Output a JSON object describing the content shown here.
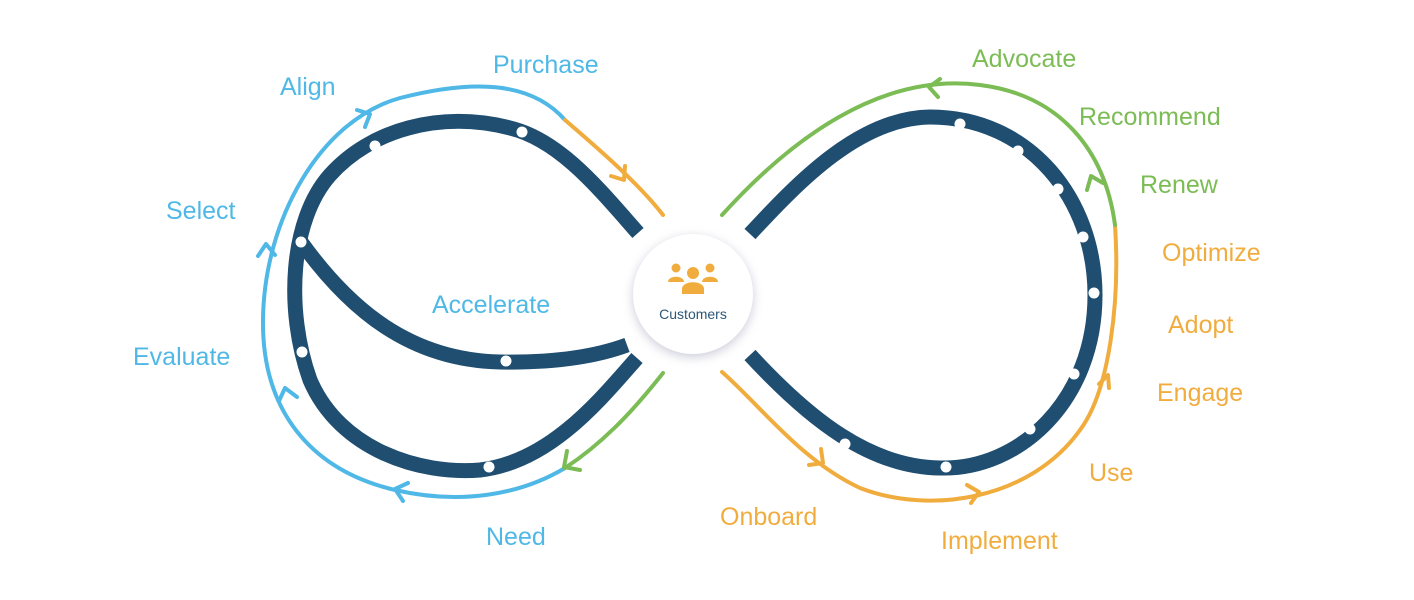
{
  "colors": {
    "track": "#1f4e71",
    "blue": "#4fb8e6",
    "orange": "#f0ad3e",
    "green": "#7cbc55",
    "hub_text": "#2d5777",
    "hub_icon": "#f0ad3e"
  },
  "hub": {
    "icon": "people-group-icon",
    "label": "Customers"
  },
  "left_loop": {
    "stages": {
      "need": "Need",
      "evaluate": "Evaluate",
      "select": "Select",
      "align": "Align",
      "purchase": "Purchase",
      "accelerate": "Accelerate"
    }
  },
  "right_loop": {
    "stages": {
      "onboard": "Onboard",
      "implement": "Implement",
      "use": "Use",
      "engage": "Engage",
      "adopt": "Adopt",
      "optimize": "Optimize",
      "renew": "Renew",
      "recommend": "Recommend",
      "advocate": "Advocate"
    }
  }
}
